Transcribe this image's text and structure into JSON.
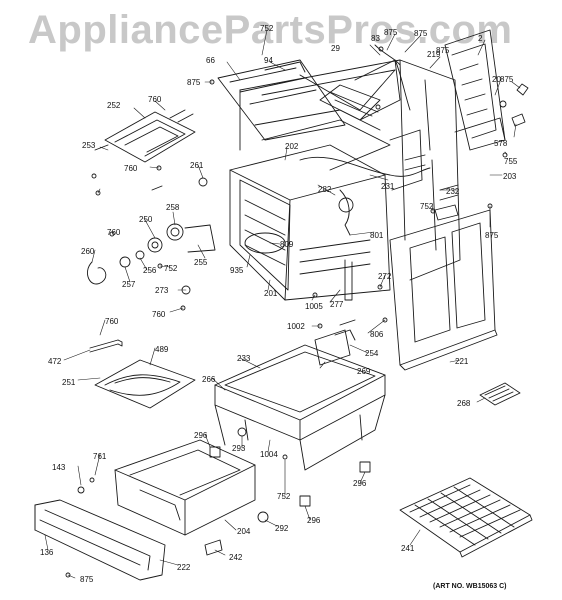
{
  "watermark": "AppliancePartsPros.com",
  "art_no": "(ART NO. WB15063 C)",
  "labels": [
    "752",
    "875",
    "875",
    "875",
    "29",
    "83",
    "219",
    "2",
    "66",
    "94",
    "875",
    "20",
    "875",
    "252",
    "760",
    "261",
    "202",
    "578",
    "755",
    "203",
    "232",
    "253",
    "760",
    "282",
    "752",
    "760",
    "875",
    "258",
    "801",
    "231",
    "809",
    "250",
    "260",
    "256",
    "257",
    "255",
    "752",
    "935",
    "201",
    "272",
    "273",
    "277",
    "760",
    "1005",
    "1002",
    "760",
    "806",
    "472",
    "489",
    "254",
    "233",
    "251",
    "269",
    "266",
    "221",
    "268",
    "296",
    "293",
    "1004",
    "143",
    "761",
    "296",
    "752",
    "292",
    "296",
    "204",
    "241",
    "136",
    "242",
    "222",
    "875"
  ]
}
